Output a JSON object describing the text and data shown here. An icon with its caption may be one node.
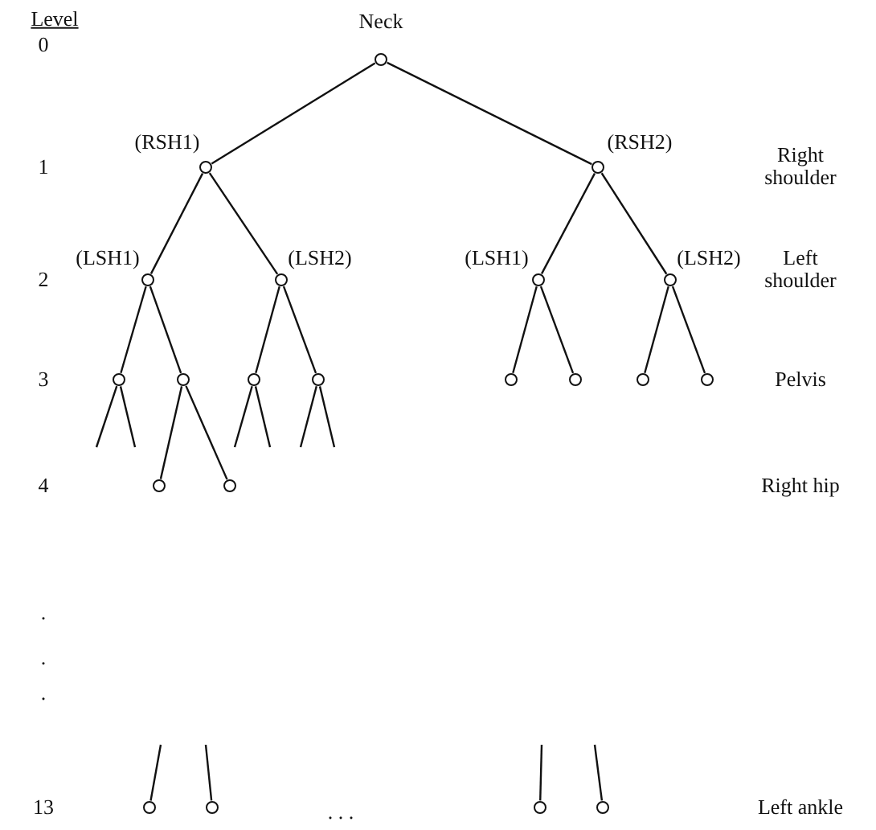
{
  "diagram": {
    "nodes": [
      {
        "text": [
          "Neck"
        ]
      },
      {
        "text": [
          "(RSH1)"
        ]
      },
      {
        "text": [
          "(RSH2)"
        ]
      },
      {
        "text": [
          "(LSH1)"
        ]
      },
      {
        "text": [
          "(LSH2)"
        ]
      },
      {
        "text": [
          "(LSH1)"
        ]
      },
      {
        "text": [
          "(LSH2)"
        ]
      },
      {
        "text": [],
        "shape": "circle"
      },
      {
        "text": [],
        "shape": "circle"
      },
      {
        "text": [],
        "shape": "circle"
      },
      {
        "text": [],
        "shape": "circle"
      },
      {
        "text": [],
        "shape": "circle"
      },
      {
        "text": [],
        "shape": "circle"
      },
      {
        "text": [],
        "shape": "circle"
      },
      {
        "text": [],
        "shape": "circle"
      },
      {
        "text": [],
        "shape": "circle"
      },
      {
        "text": [],
        "shape": "circle"
      },
      {
        "text": [],
        "shape": "circle"
      },
      {
        "text": [],
        "shape": "circle"
      },
      {
        "text": [],
        "shape": "circle"
      },
      {
        "text": [],
        "shape": "circle"
      }
    ],
    "edges": [
      {
        "from": 0,
        "to": 1,
        "arrow": "none"
      },
      {
        "from": 0,
        "to": 2,
        "arrow": "none"
      },
      {
        "from": 1,
        "to": 3,
        "arrow": "none"
      },
      {
        "from": 1,
        "to": 4,
        "arrow": "none"
      },
      {
        "from": 2,
        "to": 5,
        "arrow": "none"
      },
      {
        "from": 2,
        "to": 6,
        "arrow": "none"
      },
      {
        "from": 3,
        "to": 7,
        "arrow": "none"
      },
      {
        "from": 3,
        "to": 8,
        "arrow": "none"
      },
      {
        "from": 4,
        "to": 9,
        "arrow": "none"
      },
      {
        "from": 4,
        "to": 10,
        "arrow": "none"
      },
      {
        "from": 5,
        "to": 11,
        "arrow": "none"
      },
      {
        "from": 5,
        "to": 12,
        "arrow": "none"
      },
      {
        "from": 6,
        "to": 13,
        "arrow": "none"
      },
      {
        "from": 6,
        "to": 14,
        "arrow": "none"
      },
      {
        "from": 8,
        "to": 15,
        "arrow": "none"
      },
      {
        "from": 8,
        "to": 16,
        "arrow": "none"
      },
      {
        "from": 7,
        "to": null,
        "arrow": "none"
      },
      {
        "from": 7,
        "to": null,
        "arrow": "none"
      },
      {
        "from": 9,
        "to": null,
        "arrow": "none"
      },
      {
        "from": 9,
        "to": null,
        "arrow": "none"
      },
      {
        "from": 10,
        "to": null,
        "arrow": "none"
      },
      {
        "from": 10,
        "to": null,
        "arrow": "none"
      },
      {
        "from": null,
        "to": 17,
        "arrow": "none"
      },
      {
        "from": null,
        "to": 18,
        "arrow": "none"
      },
      {
        "from": null,
        "to": 19,
        "arrow": "none"
      },
      {
        "from": null,
        "to": 20,
        "arrow": "none"
      }
    ],
    "labels": [
      "Level",
      "0",
      "1",
      "Right shoulder",
      "2",
      "Left shoulder",
      "3",
      "Pelvis",
      "4",
      "Right hip",
      ".",
      ".",
      ".",
      "13",
      ". . .",
      "Left ankle"
    ]
  }
}
